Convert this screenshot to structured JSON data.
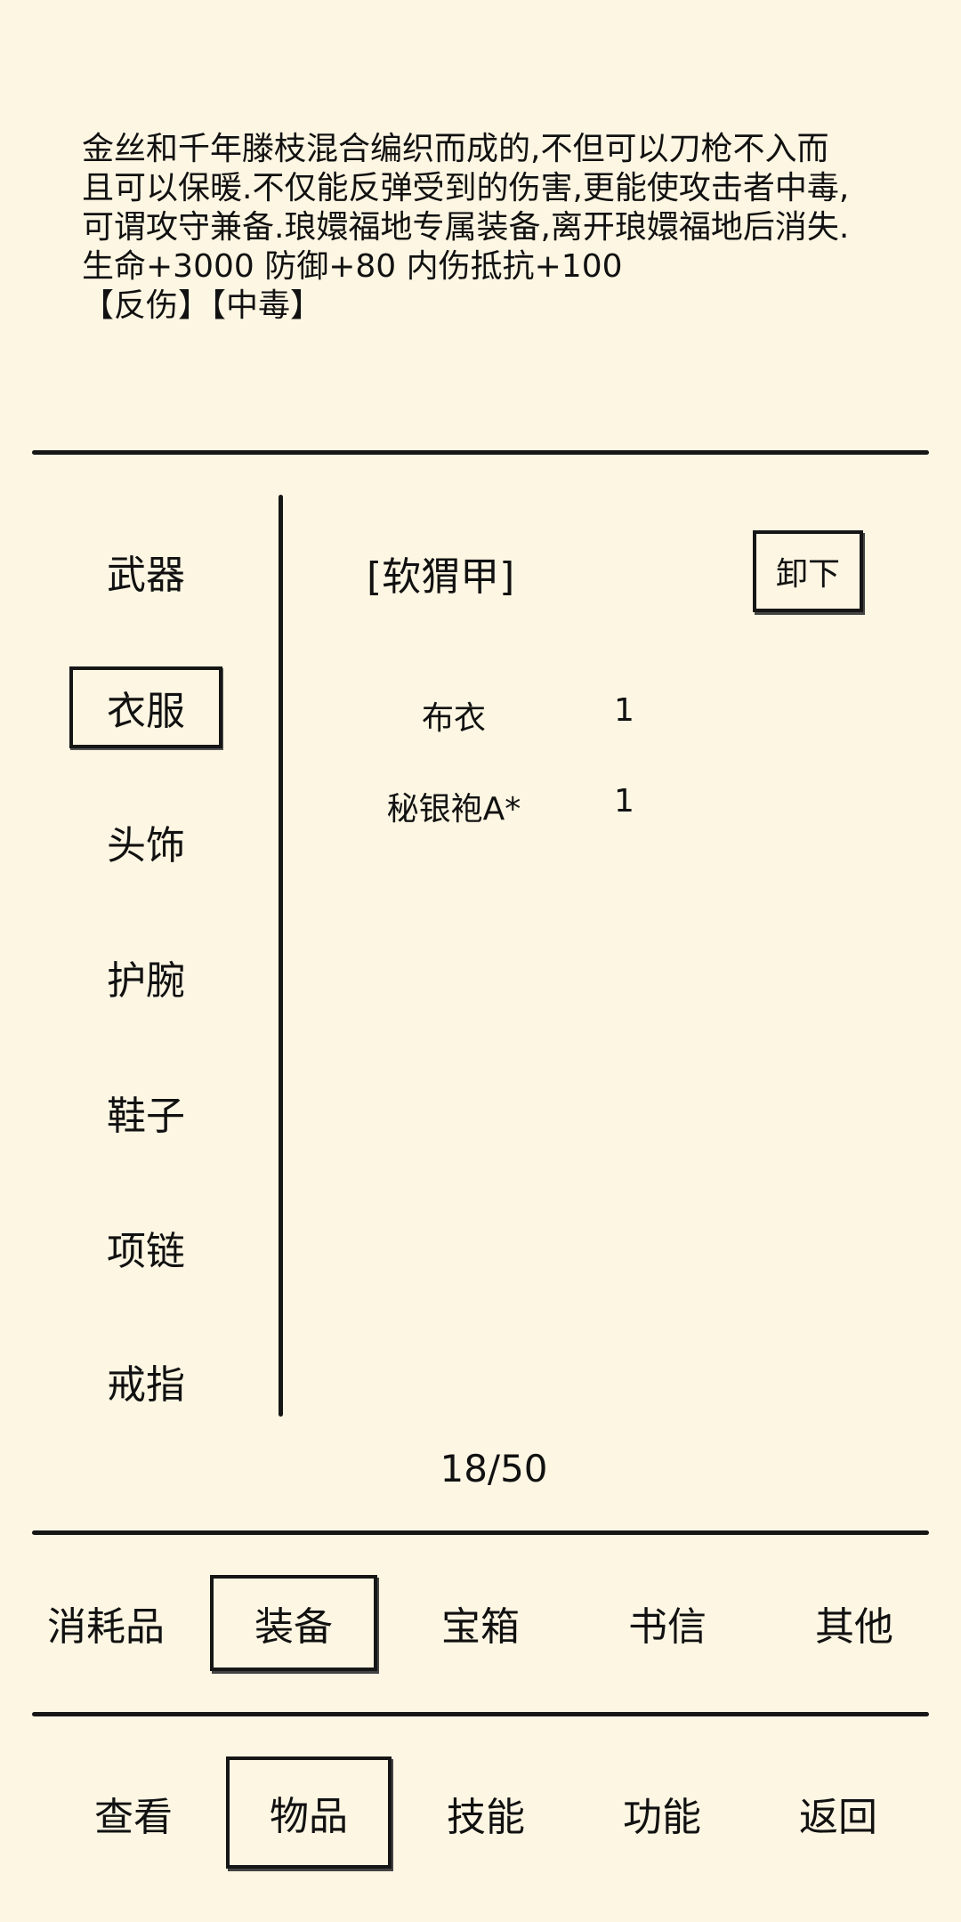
{
  "description": {
    "lines": [
      "金丝和千年滕枝混合编织而成的,不但可以刀枪不入而",
      "且可以保暖.不仅能反弹受到的伤害,更能使攻击者中毒,",
      "可谓攻守兼备.琅嬛福地专属装备,离开琅嬛福地后消失.",
      "生命+3000 防御+80 内伤抵抗+100",
      "【反伤】【中毒】"
    ]
  },
  "categories": [
    {
      "label": "武器",
      "selected": false
    },
    {
      "label": "衣服",
      "selected": true
    },
    {
      "label": "头饰",
      "selected": false
    },
    {
      "label": "护腕",
      "selected": false
    },
    {
      "label": "鞋子",
      "selected": false
    },
    {
      "label": "项链",
      "selected": false
    },
    {
      "label": "戒指",
      "selected": false
    }
  ],
  "equipped": {
    "name": "[软猬甲]",
    "unequip_label": "卸下"
  },
  "inventory": [
    {
      "name": "布衣",
      "count": "1"
    },
    {
      "name": "秘银袍A*",
      "count": "1"
    }
  ],
  "capacity": "18/50",
  "item_tabs": [
    {
      "label": "消耗品",
      "selected": false
    },
    {
      "label": "装备",
      "selected": true
    },
    {
      "label": "宝箱",
      "selected": false
    },
    {
      "label": "书信",
      "selected": false
    },
    {
      "label": "其他",
      "selected": false
    }
  ],
  "main_nav": [
    {
      "label": "查看",
      "selected": false
    },
    {
      "label": "物品",
      "selected": true
    },
    {
      "label": "技能",
      "selected": false
    },
    {
      "label": "功能",
      "selected": false
    },
    {
      "label": "返回",
      "selected": false
    }
  ],
  "colors": {
    "background": "#fdf6e3",
    "ink": "#161616"
  }
}
